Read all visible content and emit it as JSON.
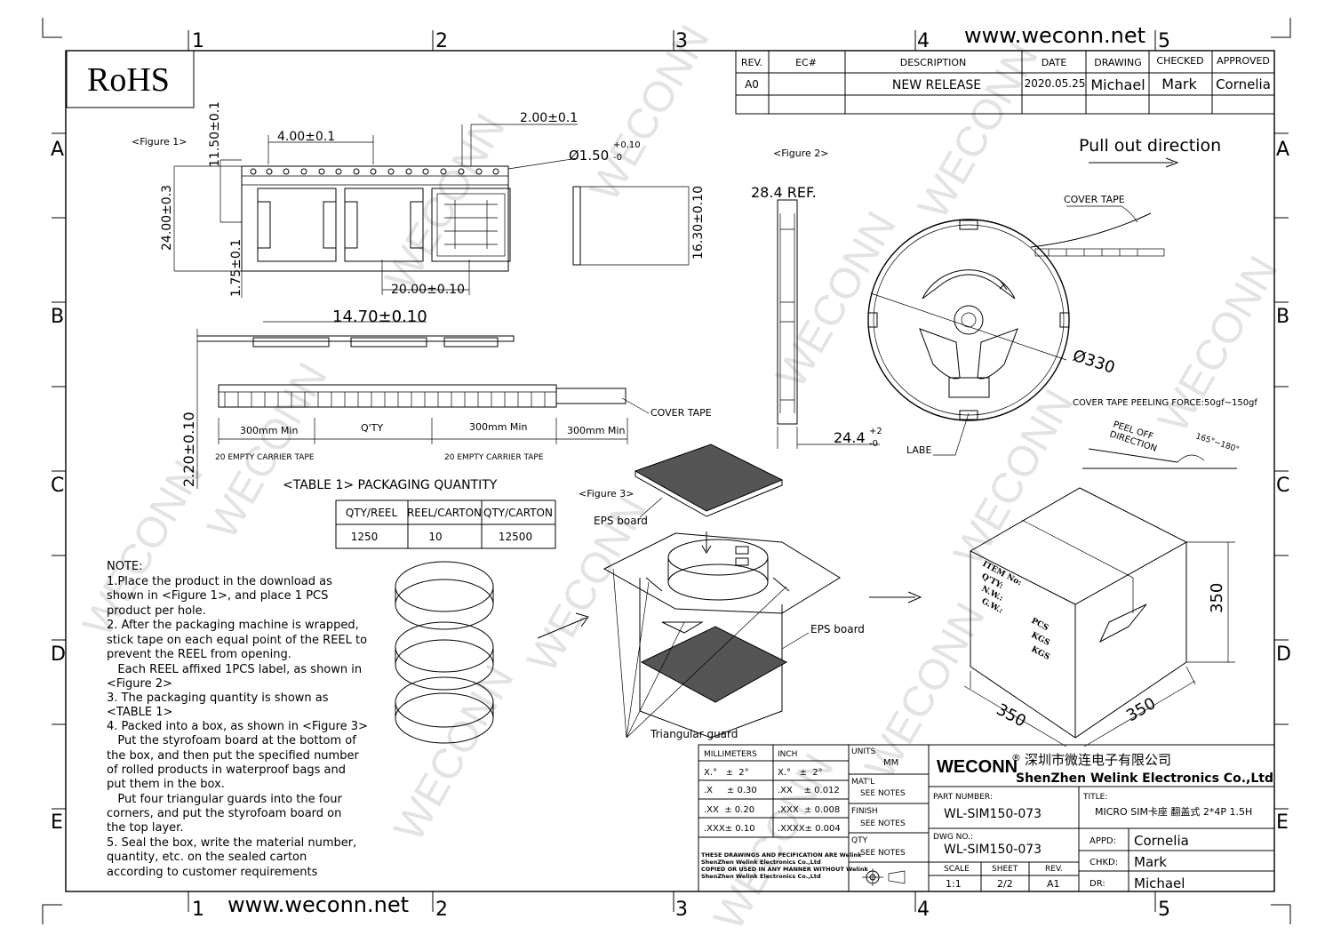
{
  "header": {
    "rohs": "RoHS",
    "website_top": "www.weconn.net",
    "website_bottom": "www.weconn.net",
    "columns": [
      "1",
      "2",
      "3",
      "4",
      "5"
    ],
    "rows": [
      "A",
      "B",
      "C",
      "D",
      "E"
    ],
    "watermark": "WECONN"
  },
  "revision_table": {
    "headers": [
      "REV.",
      "EC#",
      "DESCRIPTION",
      "DATE",
      "DRAWING",
      "CHECKED",
      "APPROVED"
    ],
    "row": [
      "A0",
      "",
      "NEW RELEASE",
      "2020.05.25",
      "Michael",
      "Mark",
      "Cornelia"
    ]
  },
  "figure1": {
    "label": "<Figure 1>",
    "dims": {
      "d1": "4.00±0.1",
      "d2": "2.00±0.1",
      "d3": "11.50±0.1",
      "d4": "24.00±0.3",
      "d5": "1.75±0.1",
      "d6": "20.00±0.10",
      "d7": "16.30±0.10",
      "d8": "14.70±0.10",
      "d9": "2.20±0.10",
      "hole_main": "Ø1.50",
      "hole_sup": "+0.10",
      "hole_sub": "-0"
    }
  },
  "tape_strip": {
    "cover_tape": "COVER TAPE",
    "segments": [
      "300mm  Min",
      "Q'TY",
      "300mm Min",
      "300mm Min"
    ],
    "empty_left": "20 EMPTY CARRIER TAPE",
    "empty_right": "20 EMPTY CARRIER TAPE"
  },
  "figure2": {
    "label": "<Figure 2>",
    "ref": "28.4 REF.",
    "pull": "Pull out direction",
    "cover_tape": "COVER TAPE",
    "diameter": "Ø330",
    "width_main": "24.4",
    "width_sup": "+2",
    "width_sub": "-0",
    "labe": "LABE",
    "peeling_force": "COVER TAPE PEELING FORCE:50gf~150gf",
    "peel_off": "PEEL OFF",
    "direction": "DIRECTION",
    "angle": "165°~180°"
  },
  "table1": {
    "title": "<TABLE 1> PACKAGING QUANTITY",
    "headers": [
      "QTY/REEL",
      "REEL/CARTON",
      "QTY/CARTON"
    ],
    "row": [
      "1250",
      "10",
      "12500"
    ]
  },
  "figure3": {
    "label": "<Figure 3>",
    "eps_top": "EPS board",
    "eps_bottom": "EPS board",
    "guard": "Triangular guard",
    "box_dim_h": "350",
    "box_dim_l": "350",
    "box_dim_r": "350",
    "box_labels": [
      "ITEM  No:",
      "Q'TY:",
      "N.W.:",
      "G.W.:"
    ],
    "box_units": [
      "PCS",
      "KGS",
      "KGS"
    ]
  },
  "notes": [
    "NOTE:",
    "1.Place the product in the download as",
    "shown in <Figure 1>, and place 1 PCS",
    "product per hole.",
    "2. After the packaging machine is wrapped,",
    "stick tape on each equal point of the REEL to",
    "prevent the REEL from opening.",
    "   Each REEL affixed 1PCS label, as shown in",
    "<Figure 2>",
    "3. The packaging quantity is shown as",
    "<TABLE 1>",
    "4. Packed into a box, as shown in <Figure 3>",
    "   Put the styrofoam board at the bottom of",
    "the box, and then put the specified number",
    "of rolled products in waterproof bags and",
    "put them in the box.",
    "   Put four triangular guards into the four",
    "corners, and put the styrofoam board on",
    "the top layer.",
    "5. Seal the box, write the material number,",
    "quantity, etc. on the sealed carton",
    "according to customer requirements"
  ],
  "tolerance": {
    "mm_header": "MILLIMETERS",
    "inch_header": "INCH",
    "mm": [
      "X.°   ±  2°",
      ".X     ± 0.30",
      ".XX  ± 0.20",
      ".XXX± 0.10"
    ],
    "inch": [
      "X.°   ±  2°",
      ".XX    ± 0.012",
      ".XXX  ± 0.008",
      ".XXXX± 0.004"
    ],
    "disclaimer": [
      "THESE DRAWINGS AND PECIFICATION  ARE Welink",
      "ShenZhen Welink Electronics Co.,Ltd",
      "COPIED OR USED IN ANY MANNER WITHOUT Welink",
      "ShenZhen Welink Electronics Co.,Ltd"
    ]
  },
  "spec": {
    "units_label": "UNITS",
    "units_value": "MM",
    "matl_label": "MAT'L",
    "matl_value": "SEE NOTES",
    "finish_label": "FINISH",
    "finish_value": "SEE NOTES",
    "qty_label": "QTY",
    "qty_value": "SEE NOTES"
  },
  "company": {
    "brand": "WECONN",
    "reg": "®",
    "cn_name": "深圳市微连电子有限公司",
    "en_name": "ShenZhen Welink Electronics Co.,Ltd",
    "part_label": "PART NUMBER:",
    "part_value": "WL-SIM150-073",
    "title_label": "TITLE:",
    "title_value": "MICRO SIM卡座 翻盖式 2*4P 1.5H",
    "dwg_label": "DWG NO.:",
    "dwg_value": "WL-SIM150-073",
    "scale_label": "SCALE",
    "scale_value": "1:1",
    "sheet_label": "SHEET",
    "sheet_value": "2/2",
    "rev_label": "REV.",
    "rev_value": "A1",
    "appd_label": "APPD:",
    "appd_value": "Cornelia",
    "chkd_label": "CHKD:",
    "chkd_value": "Mark",
    "dr_label": "DR:",
    "dr_value": "Michael"
  }
}
